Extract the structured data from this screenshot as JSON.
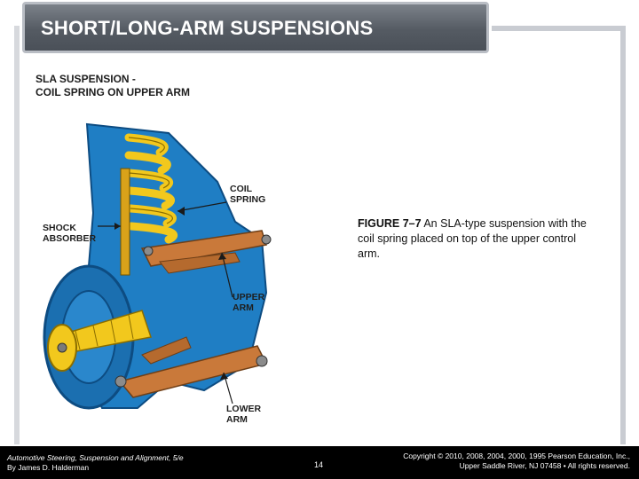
{
  "slide": {
    "title": "SHORT/LONG-ARM SUSPENSIONS"
  },
  "figure": {
    "heading_line1": "SLA SUSPENSION -",
    "heading_line2": "COIL SPRING ON UPPER ARM",
    "labels": {
      "coil_spring_1": "COIL",
      "coil_spring_2": "SPRING",
      "shock_1": "SHOCK",
      "shock_2": "ABSORBER",
      "upper_1": "UPPER",
      "upper_2": "ARM",
      "lower_1": "LOWER",
      "lower_2": "ARM"
    },
    "caption_label": "FIGURE 7–7",
    "caption_text": " An SLA-type suspension with the coil spring placed on top of the upper control arm."
  },
  "footer": {
    "book_title": "Automotive Steering, Suspension and Alignment, 5/e",
    "author": "By James D. Halderman",
    "page_number": "14",
    "copyright_line1": "Copyright © 2010, 2008, 2004, 2000, 1995 Pearson Education, Inc.,",
    "copyright_line2": "Upper Saddle River, NJ 07458 • All rights reserved."
  },
  "colors": {
    "frame_blue": "#1f7ec4",
    "spring_yellow": "#f2c81d",
    "arm_orange": "#c9793a",
    "title_bar": "#555b63"
  }
}
